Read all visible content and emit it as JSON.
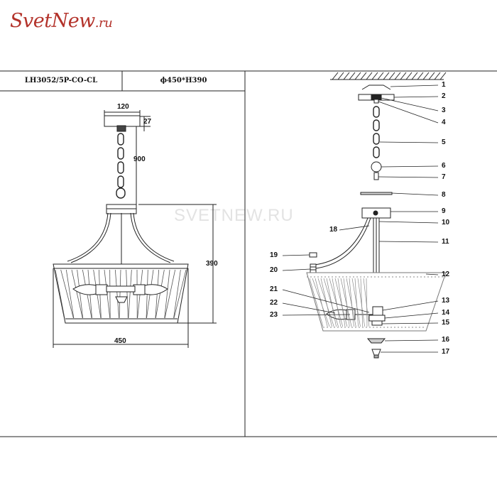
{
  "logo": {
    "text": "SvetNew",
    "tld": ".ru"
  },
  "watermark": "SVETNEW.RU",
  "header": {
    "model": "LH3052/5P-CO-CL",
    "size": "ϕ450*H390"
  },
  "dimensions": {
    "canopy_width": "120",
    "canopy_height": "27",
    "chain_length": "900",
    "body_height": "390",
    "body_width": "450"
  },
  "parts": [
    "1",
    "2",
    "3",
    "4",
    "5",
    "6",
    "7",
    "8",
    "9",
    "10",
    "11",
    "12",
    "13",
    "14",
    "15",
    "16",
    "17",
    "18",
    "19",
    "20",
    "21",
    "22",
    "23"
  ]
}
